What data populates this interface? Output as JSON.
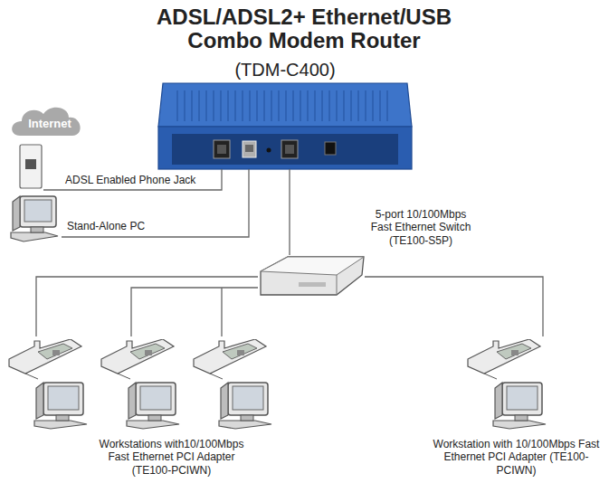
{
  "diagram": {
    "title": "ADSL/ADSL2+ Ethernet/USB Combo Modem Router",
    "nodes": [
      {
        "text": [
          "Internet"
        ]
      },
      {
        "text": [
          "ADSL Enabled Phone Jack"
        ]
      },
      {
        "text": [
          "(TDM-C400)"
        ]
      },
      {
        "text": [
          "Stand-Alone PC"
        ]
      },
      {
        "text": [
          "5-port 10/100Mbps Fast Ethernet Switch (TE100-S5P)"
        ]
      },
      {
        "text": [
          "Workstations with10/100Mbps Fast Ethernet PCI Adapter (TE100-PCIWN)"
        ]
      },
      {
        "text": [
          "Workstation with 10/100Mbps Fast Ethernet PCI Adapter (TE100-PCIWN)"
        ]
      }
    ],
    "edges": [
      {
        "from": 1,
        "to": 2,
        "arrow": "none"
      },
      {
        "from": 2,
        "to": 3,
        "arrow": "none"
      },
      {
        "from": 2,
        "to": 4,
        "arrow": "none"
      },
      {
        "from": 4,
        "to": 5,
        "arrow": "none"
      },
      {
        "from": 4,
        "to": 6,
        "arrow": "none"
      }
    ]
  }
}
